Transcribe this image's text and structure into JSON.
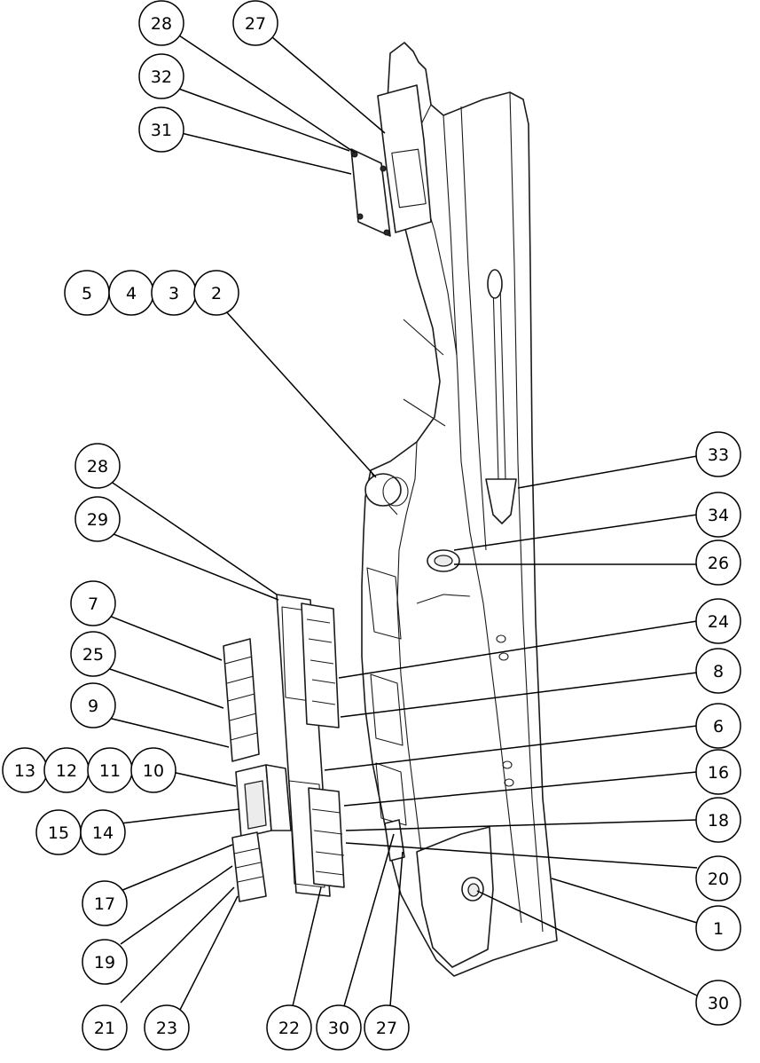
{
  "callouts": [
    {
      "id": "c28a",
      "label": "28"
    },
    {
      "id": "c27a",
      "label": "27"
    },
    {
      "id": "c32",
      "label": "32"
    },
    {
      "id": "c31",
      "label": "31"
    },
    {
      "id": "c5",
      "label": "5"
    },
    {
      "id": "c4",
      "label": "4"
    },
    {
      "id": "c3",
      "label": "3"
    },
    {
      "id": "c2",
      "label": "2"
    },
    {
      "id": "c28b",
      "label": "28"
    },
    {
      "id": "c29",
      "label": "29"
    },
    {
      "id": "c7",
      "label": "7"
    },
    {
      "id": "c25",
      "label": "25"
    },
    {
      "id": "c9",
      "label": "9"
    },
    {
      "id": "c13",
      "label": "13"
    },
    {
      "id": "c12",
      "label": "12"
    },
    {
      "id": "c11",
      "label": "11"
    },
    {
      "id": "c10",
      "label": "10"
    },
    {
      "id": "c15",
      "label": "15"
    },
    {
      "id": "c14",
      "label": "14"
    },
    {
      "id": "c17",
      "label": "17"
    },
    {
      "id": "c19",
      "label": "19"
    },
    {
      "id": "c21",
      "label": "21"
    },
    {
      "id": "c23",
      "label": "23"
    },
    {
      "id": "c22",
      "label": "22"
    },
    {
      "id": "c30b",
      "label": "30"
    },
    {
      "id": "c27b",
      "label": "27"
    },
    {
      "id": "c33",
      "label": "33"
    },
    {
      "id": "c34",
      "label": "34"
    },
    {
      "id": "c26",
      "label": "26"
    },
    {
      "id": "c24",
      "label": "24"
    },
    {
      "id": "c8",
      "label": "8"
    },
    {
      "id": "c6",
      "label": "6"
    },
    {
      "id": "c16",
      "label": "16"
    },
    {
      "id": "c18",
      "label": "18"
    },
    {
      "id": "c20",
      "label": "20"
    },
    {
      "id": "c1",
      "label": "1"
    },
    {
      "id": "c30a",
      "label": "30"
    }
  ]
}
